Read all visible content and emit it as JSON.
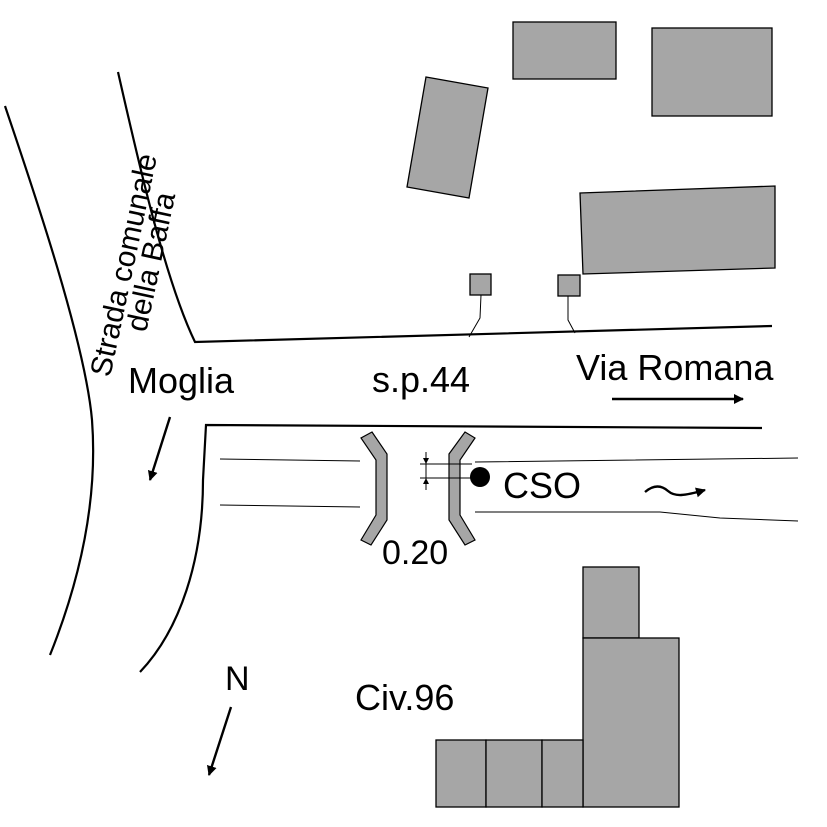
{
  "colors": {
    "background": "#ffffff",
    "building_fill": "#a6a6a6",
    "line": "#000000"
  },
  "labels": {
    "strada_line1": "Strada comunale",
    "strada_line2": "della Baffa",
    "moglia": "Moglia",
    "sp44": "s.p.44",
    "via_romana": "Via Romana",
    "cso": "CSO",
    "dimension": "0.20",
    "north": "N",
    "civico": "Civ.96"
  },
  "icons": {
    "moglia_arrow": "arrow-down-left-icon",
    "via_romana_arrow": "arrow-right-icon",
    "flow_arrow": "wavy-arrow-right-icon",
    "north_arrow": "north-arrow-icon",
    "cso_point": "filled-circle-icon"
  }
}
